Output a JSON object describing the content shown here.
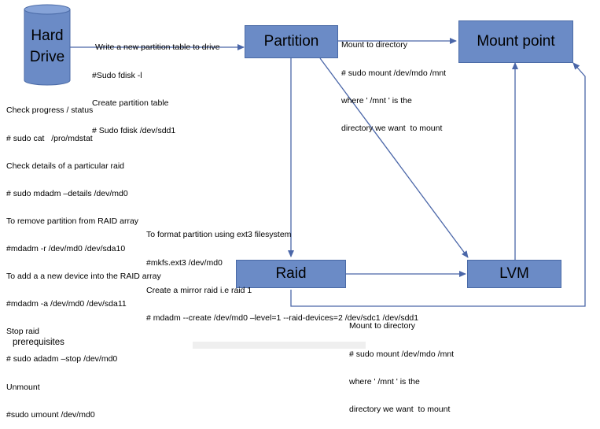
{
  "nodes": {
    "hard_drive": [
      "Hard",
      "Drive"
    ],
    "partition": "Partition",
    "mount_point": "Mount point",
    "raid": "Raid",
    "lvm": "LVM"
  },
  "edge_labels": {
    "drive_to_partition": [
      "Write a new partition table to drive",
      "#Sudo fdisk -l",
      "Create partition table",
      "# Sudo fdisk /dev/sdd1"
    ],
    "partition_to_mount": [
      "Mount to directory",
      "# sudo mount /dev/mdo /mnt",
      "where ' /mnt ' is the",
      "directory we want  to mount"
    ],
    "raid_management": [
      "Check progress / status",
      "# sudo cat   /pro/mdstat",
      "Check details of a particular raid",
      "# sudo mdadm –details /dev/md0",
      "To remove partition from RAID array",
      "#mdadm -r /dev/md0 /dev/sda10",
      "To add a a new device into the RAID array",
      "#mdadm -a /dev/md0 /dev/sda11",
      "Stop raid",
      "# sudo adadm –stop /dev/md0",
      "Unmount",
      "#sudo umount /dev/md0"
    ],
    "partition_to_raid": [
      "To format partition using ext3 filesystem",
      "#mkfs.ext3 /dev/md0",
      "Create a mirror raid i.e raid 1",
      "# mdadm --create /dev/md0 –level=1 --raid-devices=2 /dev/sdc1 /dev/sdd1"
    ],
    "raid_to_mount": [
      "Mount to directory",
      "# sudo mount /dev/mdo /mnt",
      "where ' /mnt ' is the",
      "directory we want  to mount"
    ]
  },
  "footer": "prerequisites",
  "colors": {
    "node_fill": "#6b8bc6",
    "node_border": "#4a6aa6",
    "arrow": "#4a66a8"
  }
}
